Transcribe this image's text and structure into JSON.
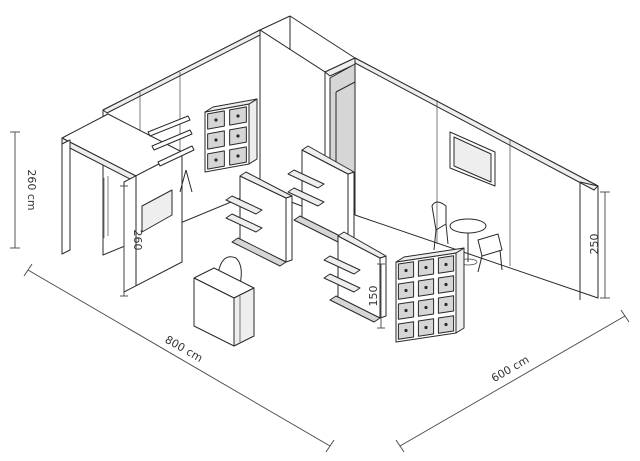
{
  "dimensions": {
    "depth_left": "800 cm",
    "width_right": "600 cm",
    "wall_height_left": "260 cm",
    "storage_height": "260",
    "counter_height": "150",
    "wall_height_right": "250"
  },
  "colors": {
    "line": "#2a2a2a",
    "panel_fill": "#ffffff",
    "shade_fill": "#d6d6d6",
    "dimension": "#444444"
  }
}
